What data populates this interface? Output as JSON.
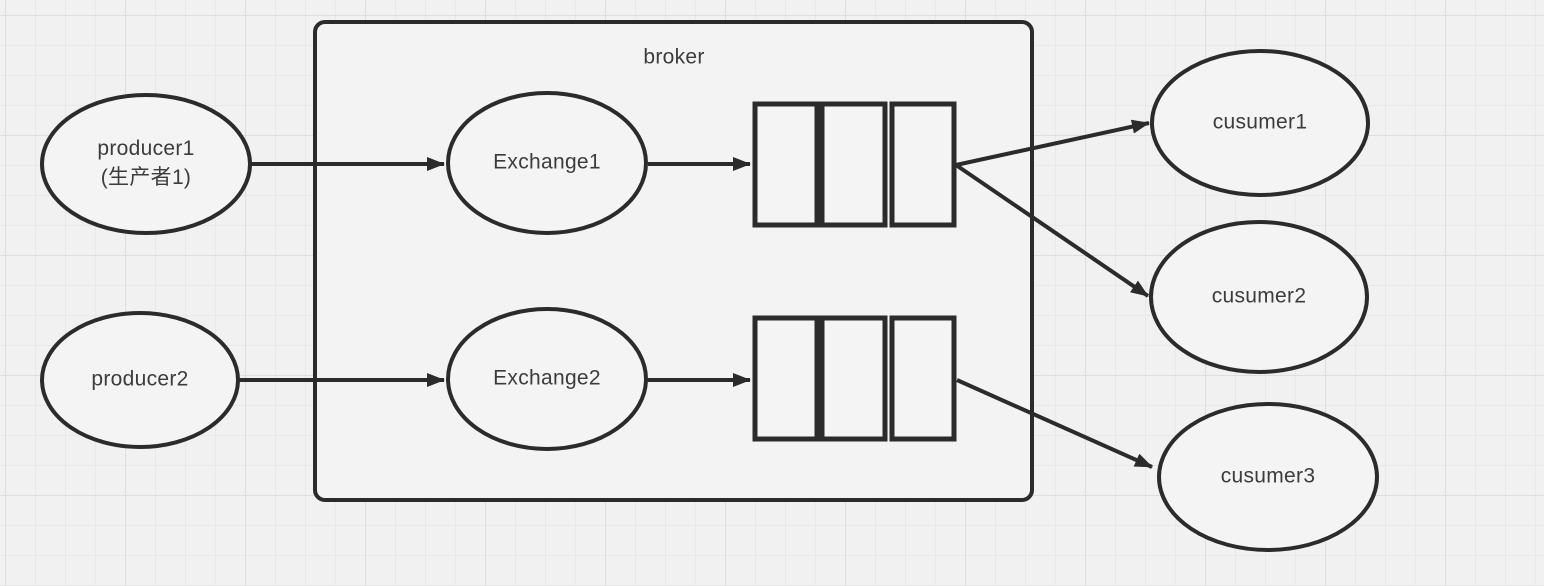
{
  "diagram": {
    "title": "broker message flow diagram",
    "broker": {
      "label": "broker"
    },
    "producers": [
      {
        "id": "producer1",
        "label": "producer1",
        "sub_label": "(生产者1)"
      },
      {
        "id": "producer2",
        "label": "producer2",
        "sub_label": ""
      }
    ],
    "exchanges": [
      {
        "id": "exchange1",
        "label": "Exchange1"
      },
      {
        "id": "exchange2",
        "label": "Exchange2"
      }
    ],
    "queues": [
      {
        "id": "queue1",
        "segments": 3
      },
      {
        "id": "queue2",
        "segments": 3
      }
    ],
    "consumers": [
      {
        "id": "cusumer1",
        "label": "cusumer1"
      },
      {
        "id": "cusumer2",
        "label": "cusumer2"
      },
      {
        "id": "cusumer3",
        "label": "cusumer3"
      }
    ],
    "edges": [
      {
        "from": "producer1",
        "to": "exchange1"
      },
      {
        "from": "producer2",
        "to": "exchange2"
      },
      {
        "from": "exchange1",
        "to": "queue1"
      },
      {
        "from": "exchange2",
        "to": "queue2"
      },
      {
        "from": "queue1",
        "to": "cusumer1"
      },
      {
        "from": "queue1",
        "to": "cusumer2"
      },
      {
        "from": "queue2",
        "to": "cusumer3"
      }
    ],
    "colors": {
      "background": "#f1f1f1",
      "grid_minor": "#e8e8e8",
      "grid_major": "#dddddd",
      "shape_fill": "#f4f4f4",
      "stroke": "#2b2b2b",
      "text": "#3c3c3c"
    }
  }
}
